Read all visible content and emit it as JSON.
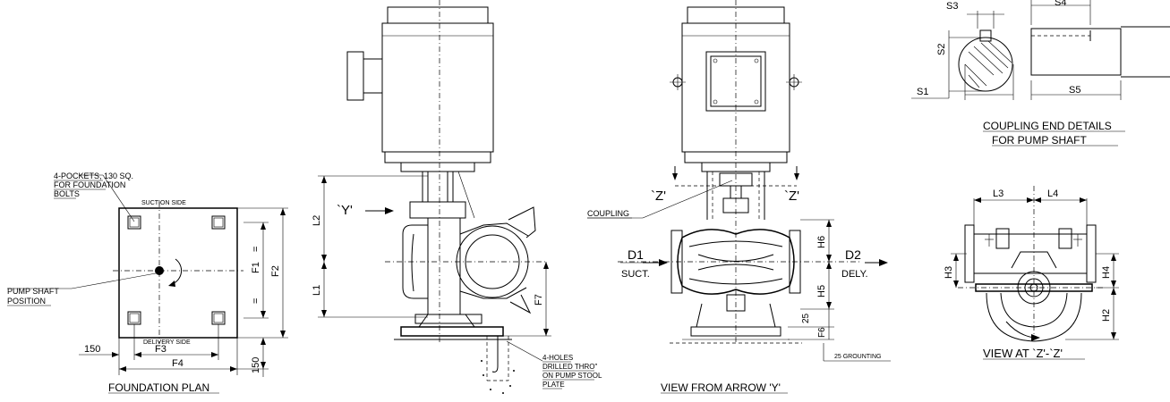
{
  "foundation_plan": {
    "title": "FOUNDATION PLAN",
    "note_pockets_1": "4-POCKETS, 130 SQ.",
    "note_pockets_2": "FOR FOUNDATION",
    "note_pockets_3": "BOLTS",
    "suction_side": "SUCTION SIDE",
    "delivery_side": "DELIVERY SIDE",
    "shaft_1": "PUMP SHAFT",
    "shaft_2": "POSITION",
    "dim_f1": "F1",
    "dim_f2": "F2",
    "dim_f3": "F3",
    "dim_f4": "F4",
    "dim_150_h": "150",
    "dim_150_v": "150",
    "eq_1": "=",
    "eq_2": "="
  },
  "side_view": {
    "arrow_y": "`Y'",
    "dim_l1": "L1",
    "dim_l2": "L2",
    "dim_f7": "F7",
    "holes_1": "4-HOLES",
    "holes_2": "DRILLED THRO\"",
    "holes_3": "ON PUMP STOOL",
    "holes_4": "PLATE"
  },
  "front_view": {
    "title": "VIEW FROM ARROW 'Y'",
    "coupling": "COUPLING",
    "z_left": "`Z'",
    "z_right": "`Z'",
    "d1": "D1",
    "suct": "SUCT.",
    "d2": "D2",
    "dely": "DELY.",
    "dim_h5": "H5",
    "dim_h6": "H6",
    "dim_f6": "F6",
    "dim_25": "25",
    "grounting": "25 GROUNTING"
  },
  "coupling_details": {
    "title_1": "COUPLING END DETAILS",
    "title_2": "FOR PUMP SHAFT",
    "s1": "S1",
    "s2": "S2",
    "s3": "S3",
    "s4": "S4",
    "s5": "S5"
  },
  "view_z": {
    "title": "VIEW AT `Z'-`Z'",
    "l3": "L3",
    "l4": "L4",
    "h2": "H2",
    "h3": "H3",
    "h4": "H4"
  }
}
